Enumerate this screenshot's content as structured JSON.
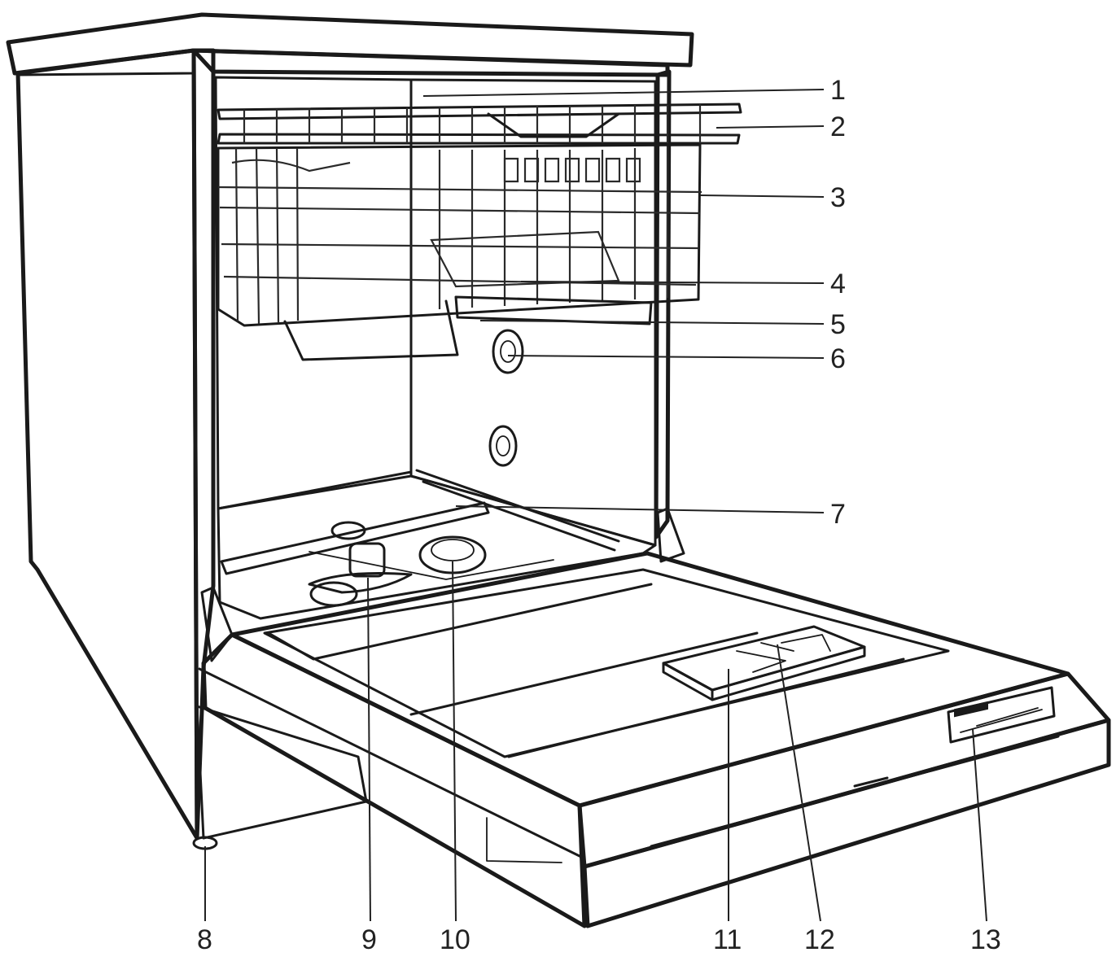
{
  "diagram": {
    "subject": "open dishwasher with racks and door lowered",
    "colors": {
      "outline": "#1a1a1a",
      "panel": "#e8e8e8",
      "interior": "#d2d2d2",
      "door": "#efefef",
      "label_text": "#222222"
    },
    "callouts": [
      {
        "id": "1",
        "label": "1"
      },
      {
        "id": "2",
        "label": "2"
      },
      {
        "id": "3",
        "label": "3"
      },
      {
        "id": "4",
        "label": "4"
      },
      {
        "id": "5",
        "label": "5"
      },
      {
        "id": "6",
        "label": "6"
      },
      {
        "id": "7",
        "label": "7"
      },
      {
        "id": "8",
        "label": "8"
      },
      {
        "id": "9",
        "label": "9"
      },
      {
        "id": "10",
        "label": "10"
      },
      {
        "id": "11",
        "label": "11"
      },
      {
        "id": "12",
        "label": "12"
      },
      {
        "id": "13",
        "label": "13"
      }
    ]
  }
}
